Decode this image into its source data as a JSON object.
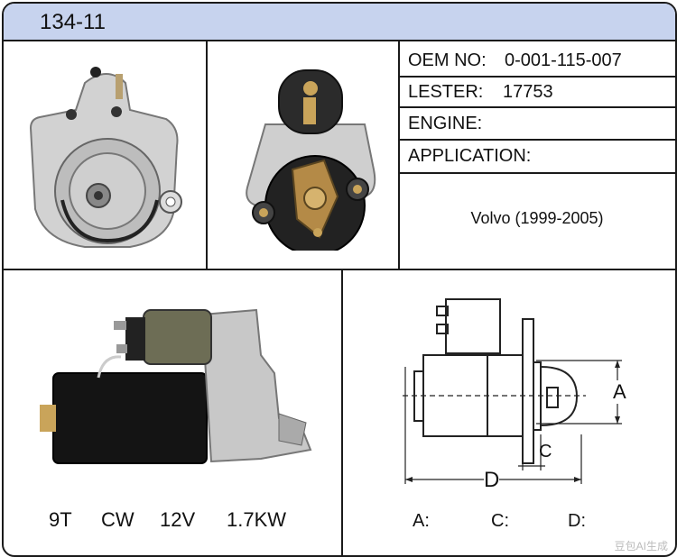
{
  "header": {
    "part_number": "134-11"
  },
  "specs": {
    "oem_label": "OEM NO:",
    "oem_value": "0-001-115-007",
    "lester_label": "LESTER:",
    "lester_value": "17753",
    "engine_label": "ENGINE:",
    "engine_value": "",
    "application_label": "APPLICATION:",
    "application_value": "Volvo (1999-2005)"
  },
  "params": {
    "teeth": "9T",
    "rotation": "CW",
    "voltage": "12V",
    "power": "1.7KW"
  },
  "dimensions": {
    "label_a": "A",
    "label_c": "C",
    "label_d": "D",
    "value_a": "A:",
    "value_c": "C:",
    "value_d": "D:"
  },
  "watermark": "豆包AI生成",
  "colors": {
    "header_bg": "#c7d3ee",
    "border": "#1a1a1a"
  }
}
